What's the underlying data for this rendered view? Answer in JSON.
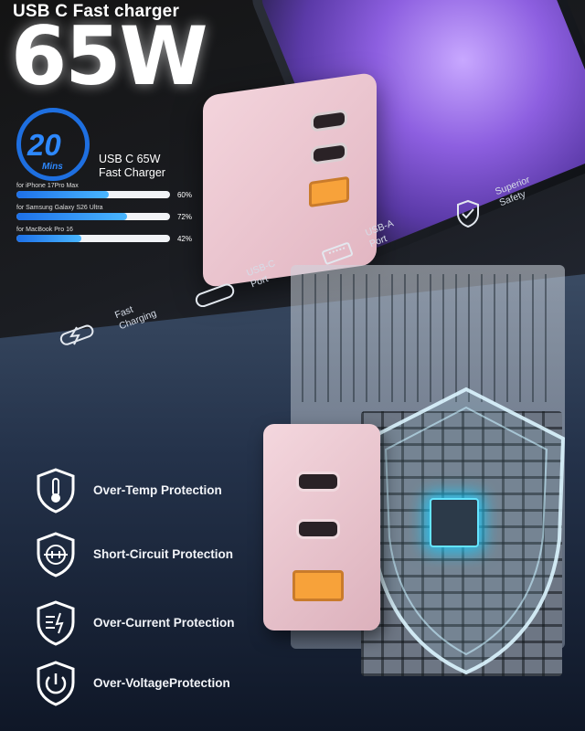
{
  "header": {
    "subtitle": "USB C Fast charger",
    "wattage": "65W"
  },
  "badge": {
    "number": "20",
    "unit": "Mins",
    "title_line1": "USB C 65W",
    "title_line2": "Fast Charger"
  },
  "charge_bars": [
    {
      "label": "for iPhone 17Pro Max",
      "value": 60,
      "pct": "60%"
    },
    {
      "label": "for Samsung Galaxy S26 Ultra",
      "value": 72,
      "pct": "72%"
    },
    {
      "label": "for MacBook Pro 16",
      "value": 42,
      "pct": "42%"
    }
  ],
  "features": [
    {
      "line1": "Fast",
      "line2": "Charging",
      "icon": "lightning-cable-icon"
    },
    {
      "line1": "USB-C",
      "line2": "Port",
      "icon": "usb-c-port-icon"
    },
    {
      "line1": "USB-A",
      "line2": "Port",
      "icon": "usb-a-port-icon"
    },
    {
      "line1": "Superior",
      "line2": "Safety",
      "icon": "shield-check-icon"
    }
  ],
  "protections": [
    {
      "label": "Over-Temp Protection",
      "icon": "thermometer-shield-icon"
    },
    {
      "label": "Short-Circuit Protection",
      "icon": "circuit-shield-icon"
    },
    {
      "label": "Over-Current Protection",
      "icon": "current-shield-icon"
    },
    {
      "label": "Over-VoltageProtection",
      "icon": "voltage-shield-icon"
    }
  ],
  "colors": {
    "accent": "#1e6fe0",
    "charger_pink": "#ebc3cd",
    "port_orange": "#f7a23a"
  }
}
